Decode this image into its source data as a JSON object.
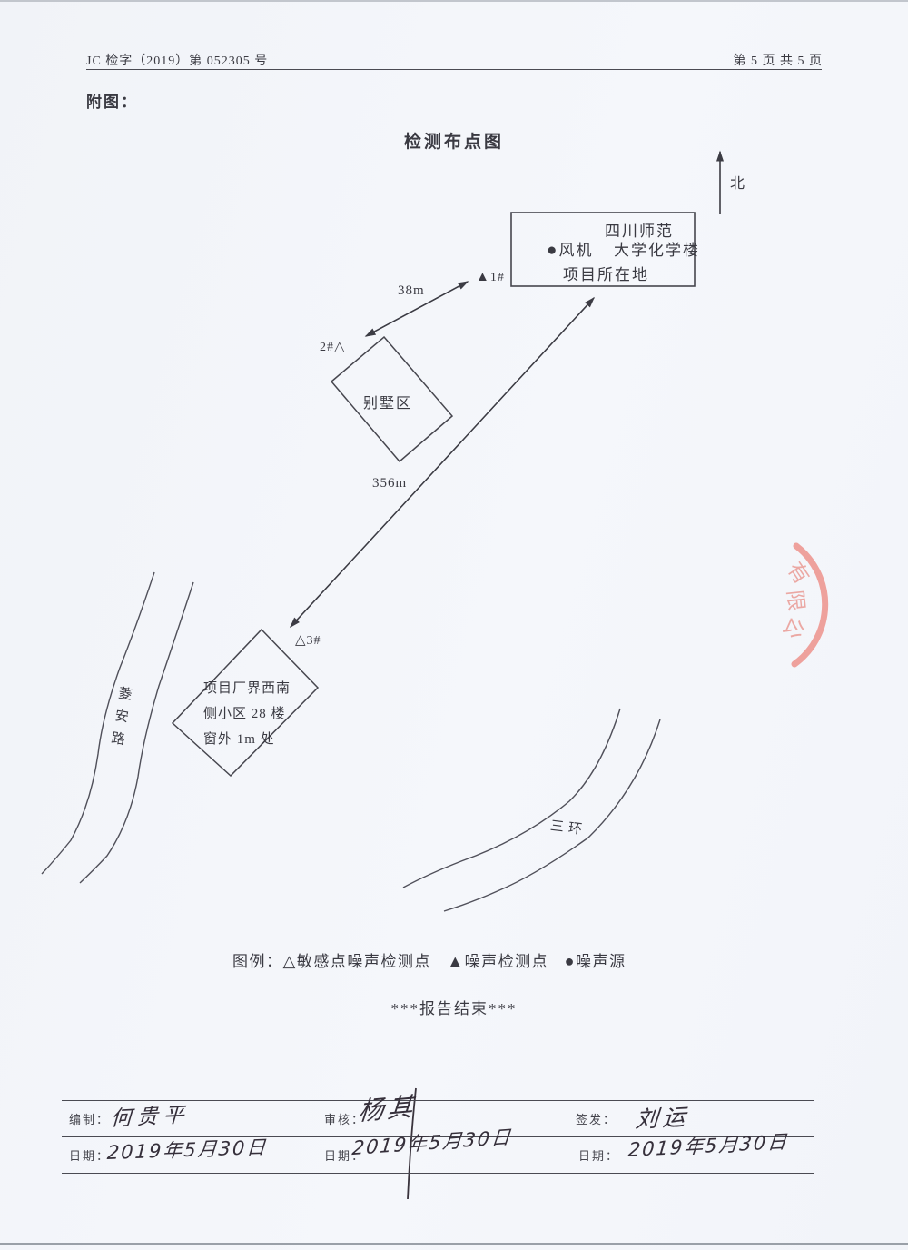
{
  "header": {
    "doc_number": "JC 检字（2019）第 052305 号",
    "page_info": "第 5 页 共 5 页",
    "attachment_label": "附图："
  },
  "map": {
    "title": "检测布点图",
    "north_label": "北",
    "site_box": {
      "line1": "四川师范",
      "source_icon": "●",
      "source_label": "风机",
      "line2_rest": "大学化学楼",
      "line3": "项目所在地"
    },
    "points": {
      "p1": {
        "symbol": "▲",
        "label": "1#"
      },
      "p2": {
        "label": "2#",
        "symbol": "△"
      },
      "p3": {
        "symbol": "△",
        "label": "3#"
      }
    },
    "distances": {
      "d38": "38m",
      "d356": "356m"
    },
    "areas": {
      "villa": "别墅区",
      "residential": [
        "项目厂界西南",
        "侧小区 28 楼",
        "窗外 1m 处"
      ]
    },
    "roads": {
      "left": "菱安路",
      "right": "三环"
    }
  },
  "legend": {
    "prefix": "图例：",
    "items": [
      {
        "symbol": "△",
        "label": "敏感点噪声检测点"
      },
      {
        "symbol": "▲",
        "label": "噪声检测点"
      },
      {
        "symbol": "●",
        "label": "噪声源"
      }
    ]
  },
  "end_note": "***报告结束***",
  "stamp": {
    "color": "#ee8d85",
    "chars": [
      "有",
      "限",
      "公"
    ]
  },
  "footer": {
    "cols": [
      {
        "role_label": "编制：",
        "name": "何贵平",
        "date_label": "日期：",
        "date": "2019年5月30日"
      },
      {
        "role_label": "审核：",
        "name": "杨其",
        "date_label": "日期：",
        "date": "2019年5月30日"
      },
      {
        "role_label": "签发：",
        "name": "刘运",
        "date_label": "日期：",
        "date": "2019年5月30日"
      }
    ]
  }
}
